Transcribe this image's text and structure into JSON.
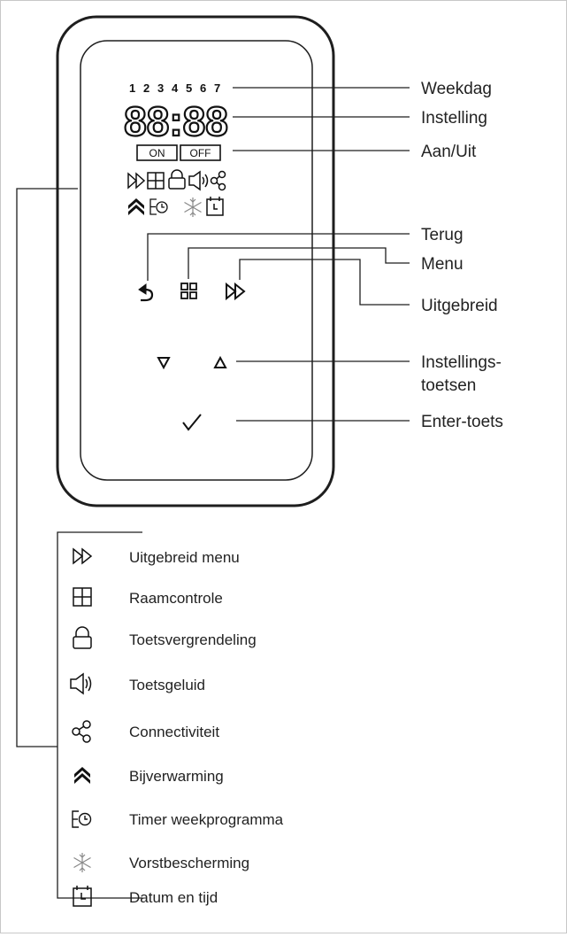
{
  "display": {
    "weekdays": [
      "1",
      "2",
      "3",
      "4",
      "5",
      "6",
      "7"
    ],
    "time": "88:88",
    "on_label": "ON",
    "off_label": "OFF"
  },
  "callouts": {
    "weekday": "Weekdag",
    "setting": "Instelling",
    "onoff": "Aan/Uit",
    "back": "Terug",
    "menu": "Menu",
    "extended": "Uitgebreid",
    "setting_keys_line1": "Instellings-",
    "setting_keys_line2": "toetsen",
    "enter": "Enter-toets"
  },
  "legend": [
    {
      "icon": "fast-forward-icon",
      "label": "Uitgebreid menu"
    },
    {
      "icon": "window-control-icon",
      "label": "Raamcontrole"
    },
    {
      "icon": "lock-icon",
      "label": "Toetsvergrendeling"
    },
    {
      "icon": "speaker-icon",
      "label": "Toetsgeluid"
    },
    {
      "icon": "share-icon",
      "label": "Connectiviteit"
    },
    {
      "icon": "boost-icon",
      "label": "Bijverwarming"
    },
    {
      "icon": "week-timer-icon",
      "label": "Timer weekprogramma"
    },
    {
      "icon": "snowflake-icon",
      "label": "Vorstbescherming"
    },
    {
      "icon": "calendar-clock-icon",
      "label": "Datum en tijd"
    }
  ]
}
